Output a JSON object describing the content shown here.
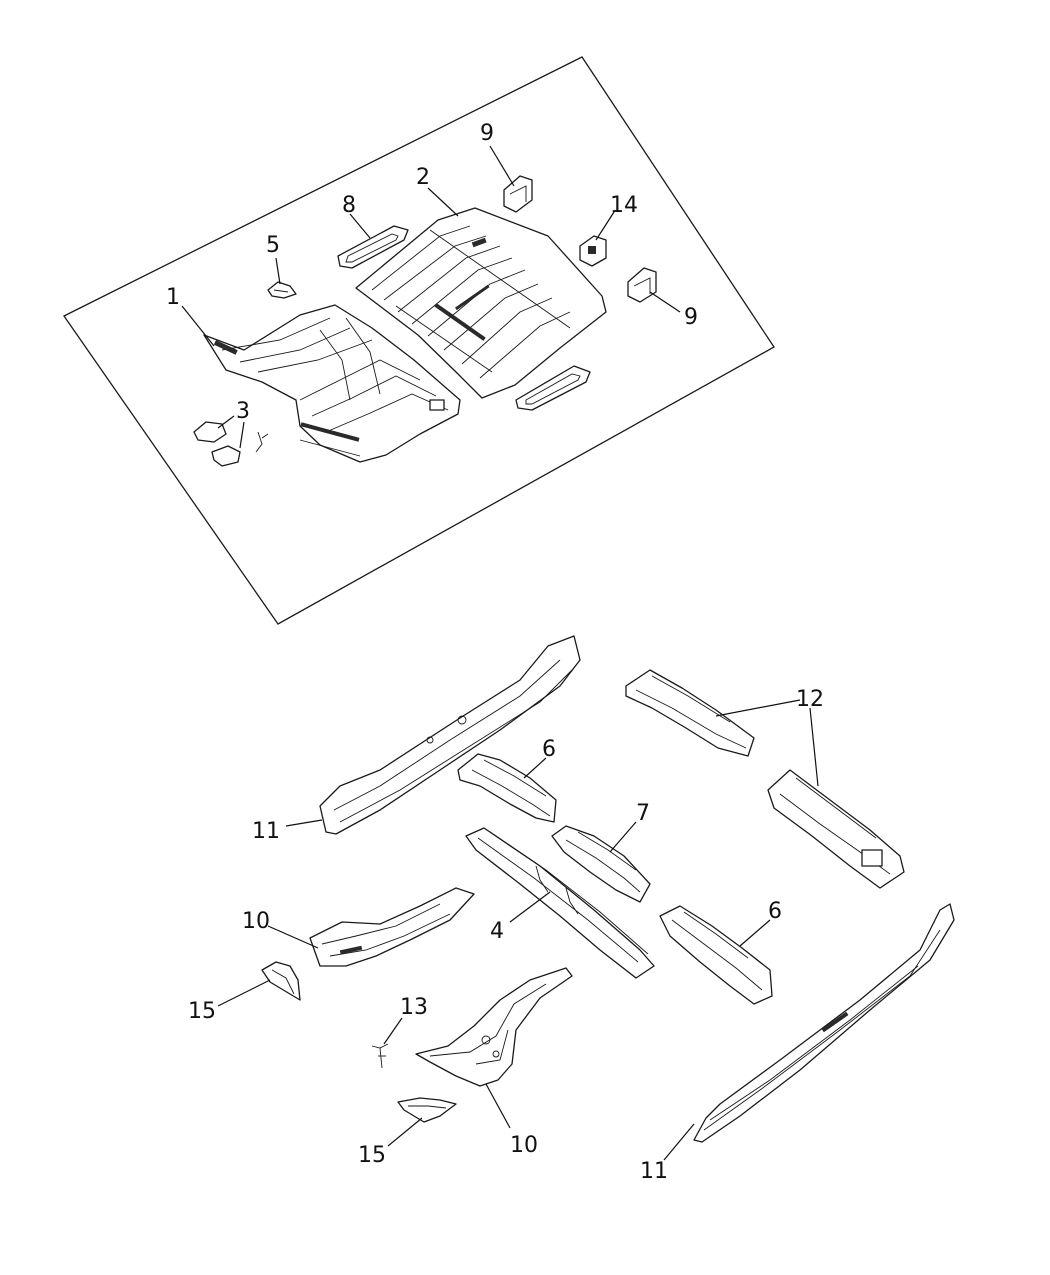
{
  "callouts": {
    "c1": "1",
    "c2": "2",
    "c3": "3",
    "c4": "4",
    "c5": "5",
    "c6a": "6",
    "c6b": "6",
    "c7": "7",
    "c8": "8",
    "c9a": "9",
    "c9b": "9",
    "c10a": "10",
    "c10b": "10",
    "c11a": "11",
    "c11b": "11",
    "c12": "12",
    "c13": "13",
    "c14": "14",
    "c15a": "15",
    "c15b": "15"
  },
  "colors": {
    "line": "#1a1a1a",
    "background": "#ffffff"
  }
}
